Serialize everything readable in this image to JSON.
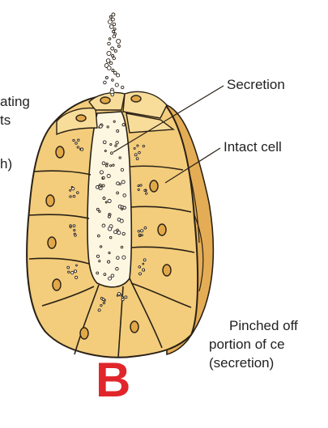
{
  "figure": {
    "panel_letter": "B",
    "left_fragment_1": "ating",
    "left_fragment_2": "ts",
    "left_fragment_3": "h)",
    "label_secretion": "Secretion",
    "label_intact_cell": "Intact cell",
    "label_pinched_1": "Pinched off",
    "label_pinched_2": "portion of ce",
    "label_pinched_3": "(secretion)"
  },
  "colors": {
    "cell_fill": "#f3cd7c",
    "cell_fill_light": "#f8dc9a",
    "cell_side": "#e4ad55",
    "lumen": "#fdf7e2",
    "outline": "#2a2116",
    "nucleus": "#e2a848",
    "letter": "#e0262b"
  }
}
